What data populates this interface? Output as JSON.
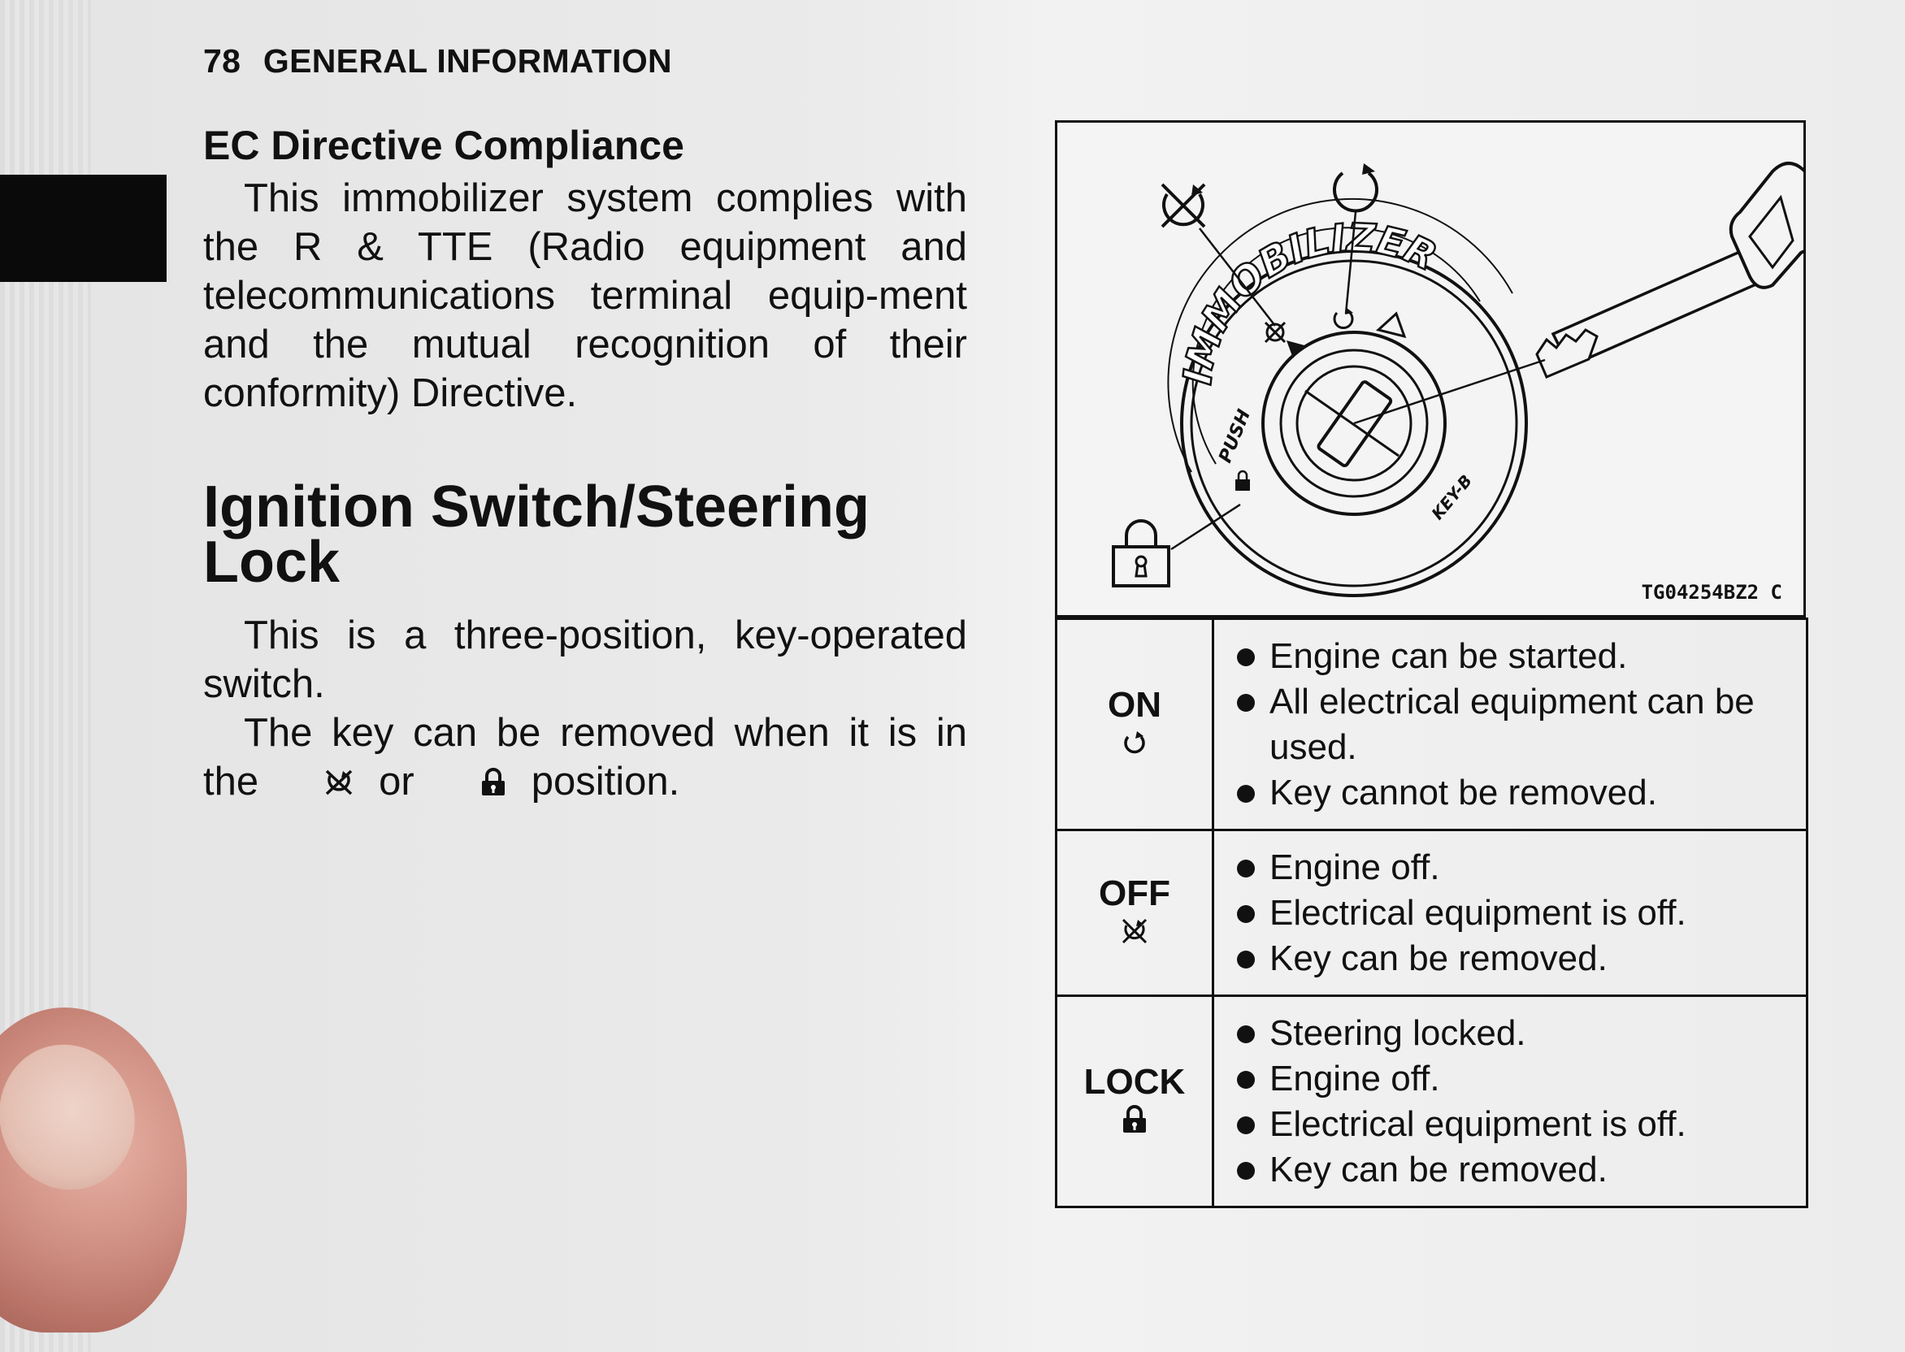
{
  "header": {
    "page_number": "78",
    "section": "GENERAL INFORMATION"
  },
  "ec": {
    "heading": "EC Directive Compliance",
    "body": "This immobilizer system complies with the R & TTE (Radio equipment and telecommunications terminal equip-ment and the mutual recognition of their conformity) Directive."
  },
  "ignition": {
    "heading": "Ignition Switch/Steering Lock",
    "para1": "This is a three-position, key-operated switch.",
    "para2_before": "The key can be removed when it is in the",
    "para2_or": "or",
    "para2_after": "position."
  },
  "figure": {
    "code": "TG04254BZ2 C",
    "switch_label": "IMMOBILIZER",
    "push_label": "PUSH",
    "brand_label": "KEY-B",
    "icons": [
      "off-position-icon",
      "on-position-icon",
      "lock-position-icon",
      "ignition-key-icon"
    ]
  },
  "positions": [
    {
      "name": "ON",
      "icon": "on-position-icon",
      "items": [
        "Engine can be started.",
        "All electrical equipment can be used.",
        "Key cannot be removed."
      ]
    },
    {
      "name": "OFF",
      "icon": "off-position-icon",
      "items": [
        "Engine off.",
        "Electrical equipment is off.",
        "Key can be removed."
      ]
    },
    {
      "name": "LOCK",
      "icon": "lock-position-icon",
      "items": [
        "Steering locked.",
        "Engine off.",
        "Electrical equipment is off.",
        "Key can be removed."
      ]
    }
  ],
  "colors": {
    "text": "#111111",
    "tab_marker": "#0a0a0a",
    "page": "#ebebeb"
  }
}
